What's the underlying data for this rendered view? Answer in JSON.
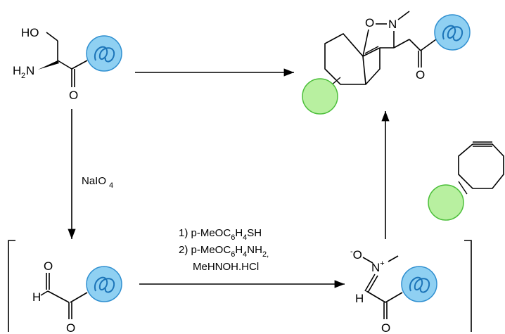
{
  "reagents": {
    "step1": "NaIO",
    "step1_sub": "4",
    "cond1_a": "1) p-MeOC",
    "cond1_a_sub1": "6",
    "cond1_a_mid": "H",
    "cond1_a_sub2": "4",
    "cond1_a_end": "SH",
    "cond2_a": "2) p-MeOC",
    "cond2_a_sub1": "6",
    "cond2_a_mid": "H",
    "cond2_a_sub2": "4",
    "cond2_a_end": "NH",
    "cond2_a_sub3": "2,",
    "cond3": "MeHNOH.HCl"
  },
  "atoms": {
    "HO": "HO",
    "H2N_H": "H",
    "H2N_2": "2",
    "H2N_N": "N",
    "O": "O",
    "N": "N",
    "H": "H",
    "Oneg": "-",
    "Nplus": "+"
  },
  "colors": {
    "blue_fill": "#8fd0f2",
    "blue_stroke": "#2f8fd0",
    "green_fill": "#b8f0a0",
    "green_stroke": "#4cbf3a"
  }
}
